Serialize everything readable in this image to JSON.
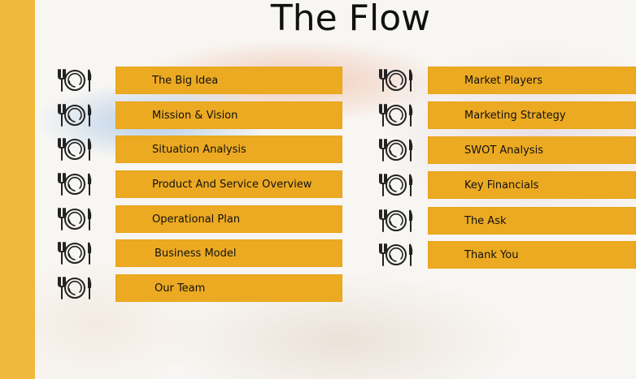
{
  "title": "The Flow",
  "icon_name": "plate-fork-knife-icon",
  "accent_color": "#ecaa22",
  "sidebar_color": "#f0b93d",
  "left_items": [
    {
      "label": "The Big Idea"
    },
    {
      "label": "Mission & Vision"
    },
    {
      "label": "Situation Analysis"
    },
    {
      "label": "Product And Service Overview"
    },
    {
      "label": "Operational Plan"
    },
    {
      "label": "Business Model"
    },
    {
      "label": "Our Team"
    }
  ],
  "right_items": [
    {
      "label": "Market Players"
    },
    {
      "label": "Marketing  Strategy"
    },
    {
      "label": "SWOT  Analysis"
    },
    {
      "label": "Key Financials"
    },
    {
      "label": "The Ask"
    },
    {
      "label": "Thank  You"
    }
  ]
}
